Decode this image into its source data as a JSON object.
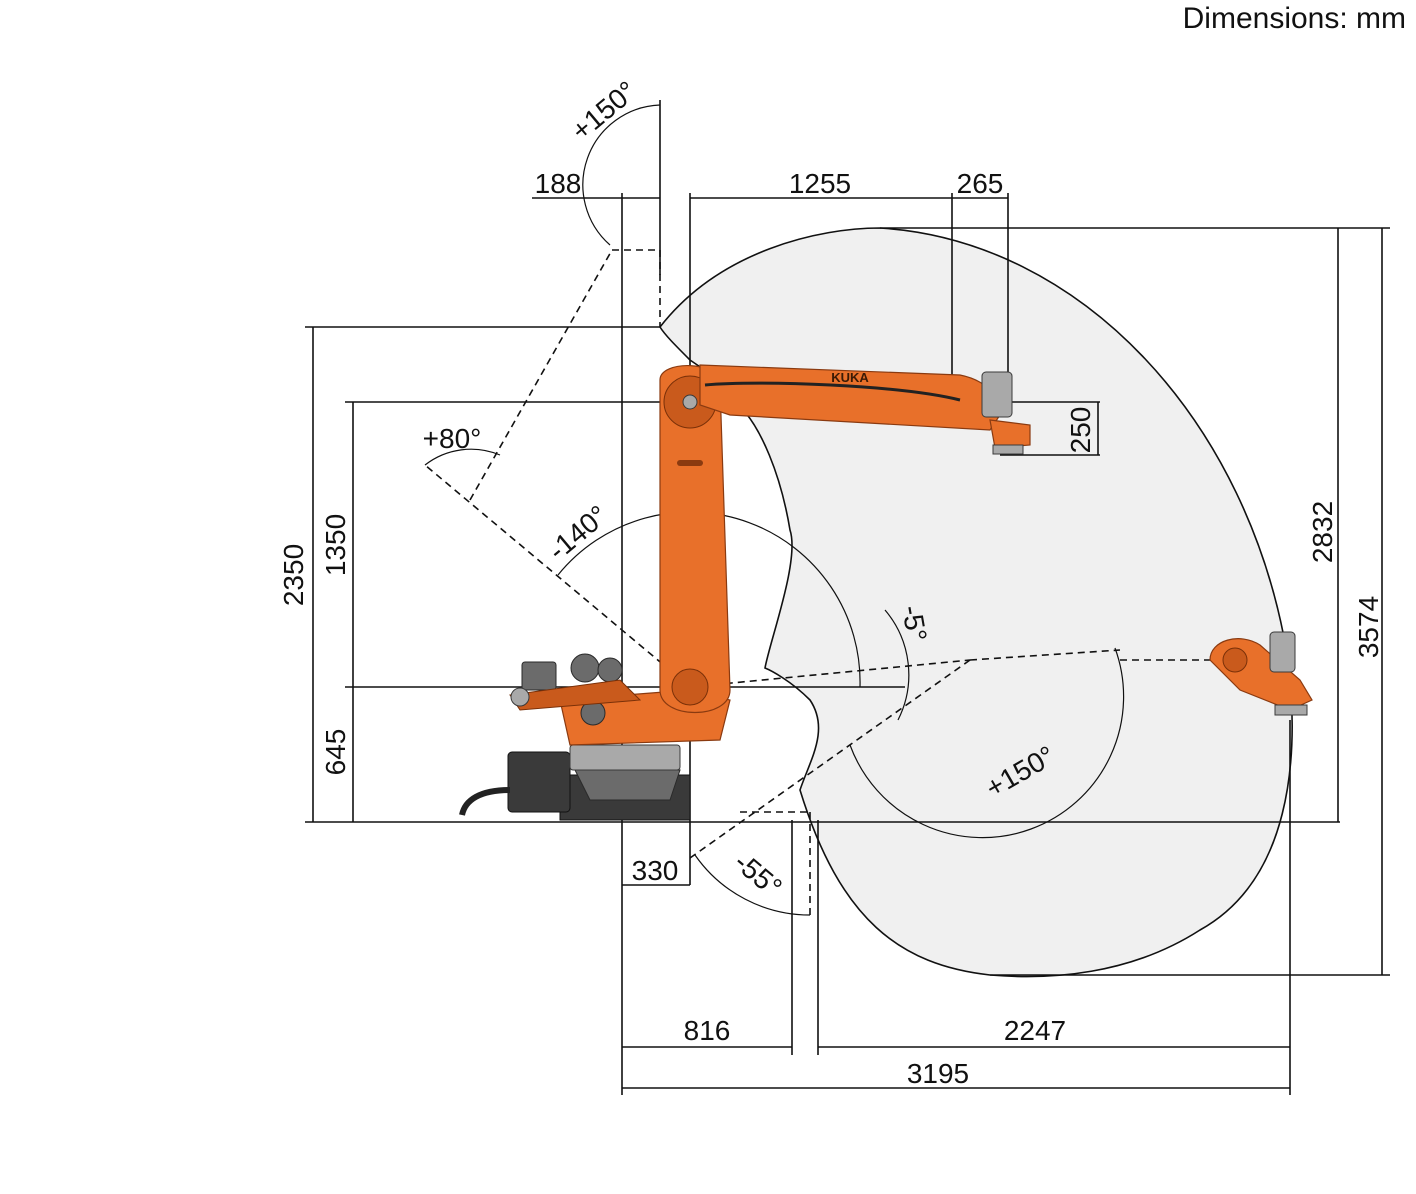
{
  "units_label": "Dimensions: mm",
  "brand": "KUKA",
  "dimensions": {
    "d188": "188",
    "d1255": "1255",
    "d265": "265",
    "d250": "250",
    "d2350": "2350",
    "d1350": "1350",
    "d645": "645",
    "d330": "330",
    "d816": "816",
    "d2247": "2247",
    "d3195": "3195",
    "d2832": "2832",
    "d3574": "3574"
  },
  "angles": {
    "a_axis6": "+150°",
    "a_axis2_up": "+80°",
    "a_axis2_down": "-140°",
    "a_axis3_up": "-5°",
    "a_axis3_down": "+150°",
    "a_axis5": "-55°"
  },
  "colors": {
    "robot": "#e8702a",
    "workspace": "#f0f0f0",
    "lines": "#111111"
  }
}
